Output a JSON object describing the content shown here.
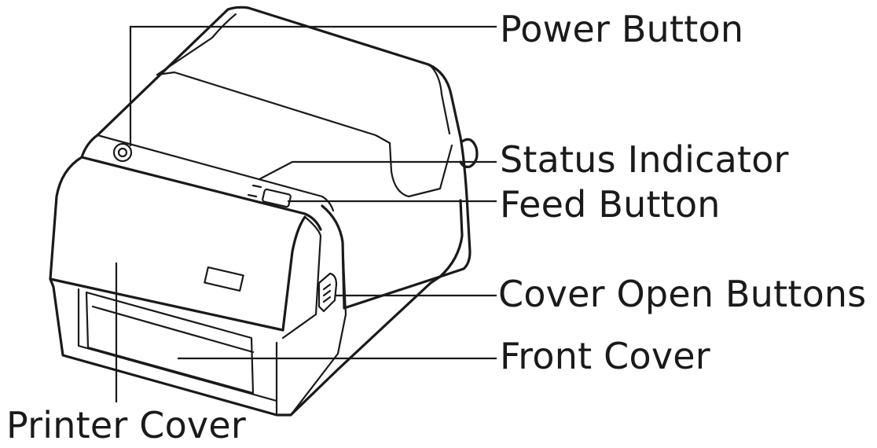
{
  "labels": {
    "power_button": "Power Button",
    "status_indicator": "Status Indicator",
    "feed_button": "Feed Button",
    "cover_open_buttons": "Cover Open Buttons",
    "front_cover": "Front Cover",
    "printer_cover": "Printer Cover"
  },
  "colors": {
    "line": "#1a1a1a",
    "background": "#ffffff"
  }
}
